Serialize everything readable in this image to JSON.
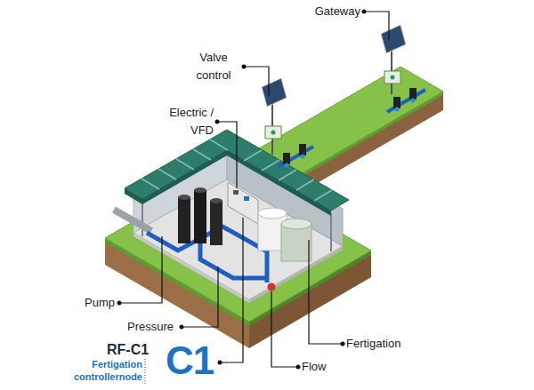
{
  "diagram": {
    "labels": [
      "Gateway",
      "Valve control",
      "Electric / VFD",
      "Pump",
      "Pressure",
      "RF-C1",
      "Fertigation controllernode",
      "C1",
      "Fertigation",
      "Flow"
    ]
  }
}
